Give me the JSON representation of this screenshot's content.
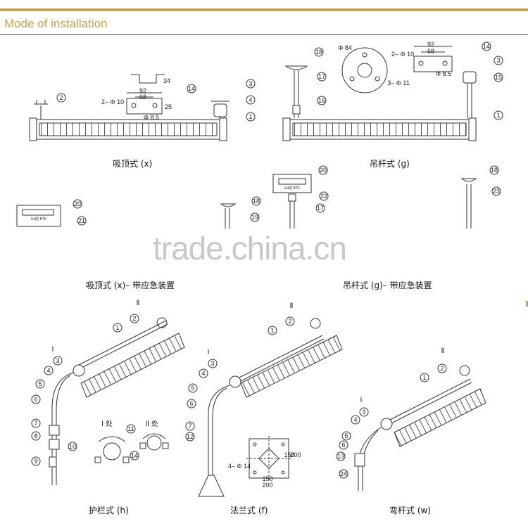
{
  "header": {
    "title": "Mode of installation",
    "accent_color": "#c9a24a"
  },
  "captions": {
    "ceiling": "吸顶式 (x)",
    "pendant": "吊杆式 (g)",
    "ceiling_emergency": "吸顶式 (x)– 带应急装置",
    "pendant_emergency": "吊杆式 (g)– 带应急装置",
    "guardrail": "护栏式 (h)",
    "flange": "法兰式 (f)",
    "bent_pole": "弯杆式 (w)"
  },
  "dims": {
    "w92a": "92",
    "w68a": "68",
    "phi10a": "2– Φ 10",
    "phi85a": "Φ 8.5",
    "h25": "25",
    "h34": "34",
    "phi84": "Φ 84",
    "phi11": "3– Φ 11",
    "w92b": "92",
    "w68b": "68",
    "phi10b": "2– Φ 10",
    "phi85b": "Φ 8.5",
    "d150v": "150",
    "d200v": "200",
    "d150h": "150",
    "d200h": "200",
    "phi14": "4– Φ 14"
  },
  "detail_labels": {
    "detail_i": "Ⅰ 处",
    "detail_ii": "Ⅱ 处"
  },
  "roman": {
    "i": "Ⅰ",
    "ii": "Ⅱ"
  },
  "box_text": "Ex防 BT5",
  "watermark": "trade.china.cn",
  "callouts": {
    "a2": "2",
    "a14": "14",
    "a3": "3",
    "a4": "4",
    "a1": "1",
    "b18": "18",
    "b17": "17",
    "b16": "16",
    "b14": "14",
    "b3": "3",
    "b15": "15",
    "b1": "1",
    "c20": "20",
    "c21": "21",
    "d18": "18",
    "d19": "19",
    "d20": "20",
    "d22": "22",
    "d17": "17",
    "e18": "18",
    "e23": "23",
    "h1": "1",
    "h2": "2",
    "h3": "3",
    "h4": "4",
    "h5": "5",
    "h6": "6",
    "h7": "7",
    "h8": "8",
    "h9": "9",
    "h10": "10",
    "h11": "11",
    "h14": "14",
    "f1": "1",
    "f2": "2",
    "f3": "3",
    "f4": "4",
    "f5": "5",
    "f6": "6",
    "f7": "7",
    "f12": "12",
    "w1": "1",
    "w2": "2",
    "w3": "3",
    "w4": "4",
    "w5": "5",
    "w6": "6",
    "w13": "13",
    "w24": "24"
  }
}
